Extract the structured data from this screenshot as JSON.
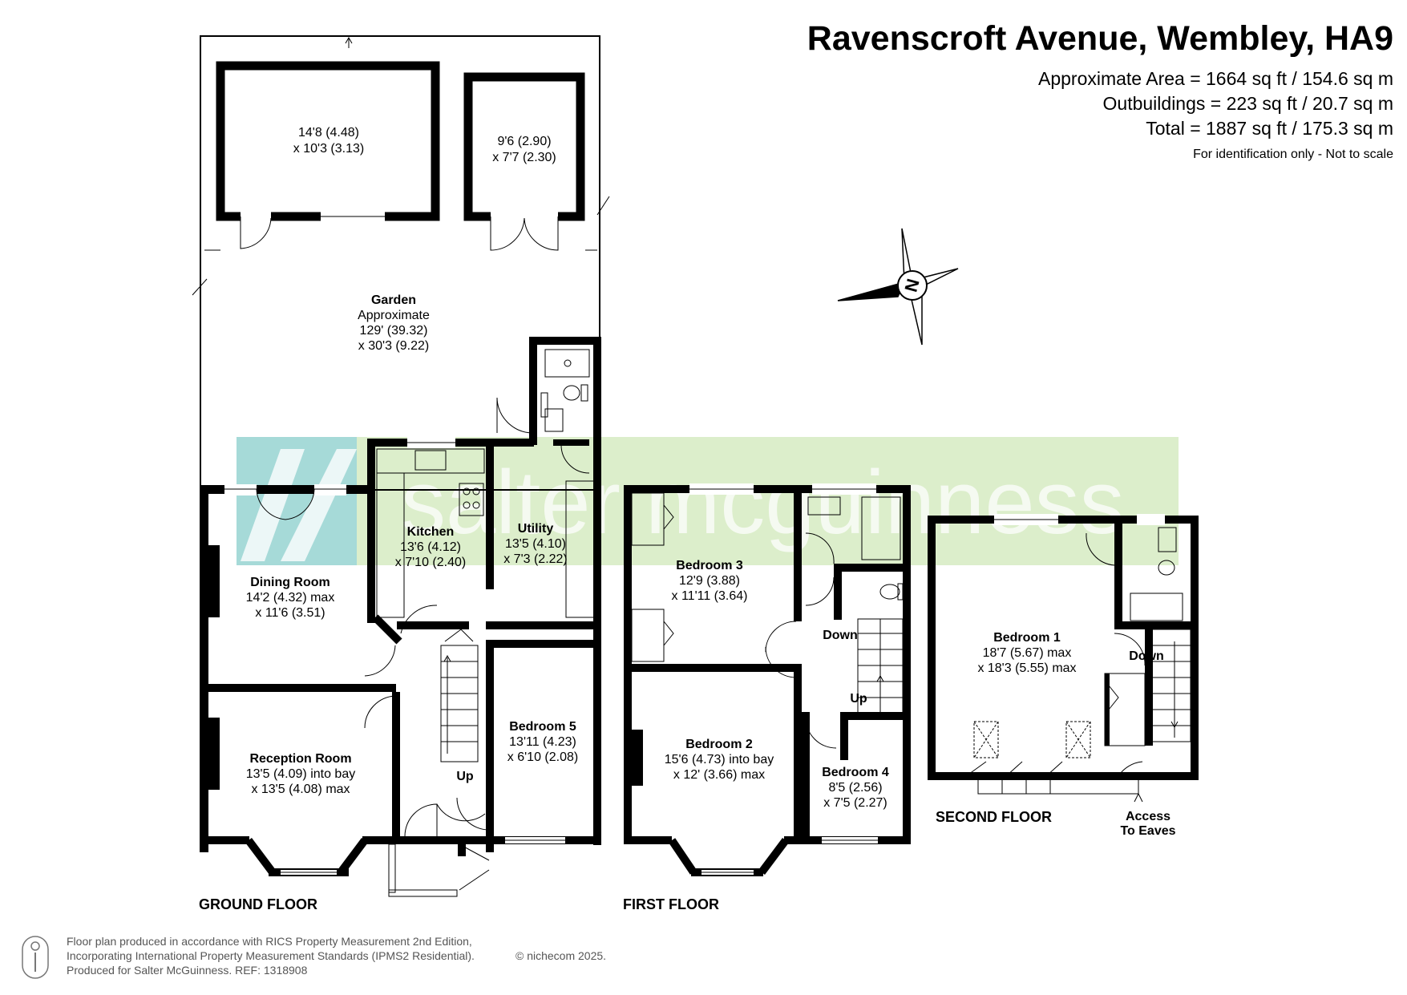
{
  "header": {
    "title": "Ravenscroft Avenue, Wembley, HA9",
    "approx_area": "Approximate Area = 1664 sq ft / 154.6 sq m",
    "outbuildings": "Outbuildings = 223 sq ft / 20.7 sq m",
    "total": "Total = 1887 sq ft / 175.3 sq m",
    "disclaimer": "For identification only - Not to scale"
  },
  "compass": {
    "label": "N"
  },
  "watermark": {
    "text": "salter mcguinness",
    "accent_color": "#8fd0d0",
    "band_color": "#d7ecc4"
  },
  "rooms": {
    "outbuilding_1": {
      "name": "",
      "dims": [
        "14'8 (4.48)",
        "x 10'3 (3.13)"
      ]
    },
    "outbuilding_2": {
      "name": "",
      "dims": [
        "9'6 (2.90)",
        "x 7'7 (2.30)"
      ]
    },
    "garden": {
      "name": "Garden",
      "dims": [
        "Approximate",
        "129' (39.32)",
        "x 30'3 (9.22)"
      ]
    },
    "kitchen": {
      "name": "Kitchen",
      "dims": [
        "13'6 (4.12)",
        "x 7'10 (2.40)"
      ]
    },
    "utility": {
      "name": "Utility",
      "dims": [
        "13'5 (4.10)",
        "x 7'3 (2.22)"
      ]
    },
    "dining": {
      "name": "Dining Room",
      "dims": [
        "14'2 (4.32) max",
        "x 11'6 (3.51)"
      ]
    },
    "reception": {
      "name": "Reception Room",
      "dims": [
        "13'5 (4.09) into bay",
        "x 13'5 (4.08) max"
      ]
    },
    "bedroom5": {
      "name": "Bedroom 5",
      "dims": [
        "13'11 (4.23)",
        "x 6'10 (2.08)"
      ]
    },
    "bedroom3": {
      "name": "Bedroom 3",
      "dims": [
        "12'9 (3.88)",
        "x 11'11 (3.64)"
      ]
    },
    "bedroom2": {
      "name": "Bedroom 2",
      "dims": [
        "15'6 (4.73) into bay",
        "x 12' (3.66) max"
      ]
    },
    "bedroom4": {
      "name": "Bedroom 4",
      "dims": [
        "8'5 (2.56)",
        "x 7'5 (2.27)"
      ]
    },
    "bedroom1": {
      "name": "Bedroom 1",
      "dims": [
        "18'7 (5.67) max",
        "x 18'3 (5.55) max"
      ]
    }
  },
  "stairs": {
    "ground_up": "Up",
    "first_down": "Down",
    "first_up": "Up",
    "second_down": "Down"
  },
  "eaves": {
    "line1": "Access",
    "line2": "To Eaves"
  },
  "floors": {
    "ground": "GROUND FLOOR",
    "first": "FIRST FLOOR",
    "second": "SECOND FLOOR"
  },
  "footer": {
    "line1": "Floor plan produced in accordance with RICS Property Measurement 2nd Edition,",
    "line2": "Incorporating International Property Measurement Standards (IPMS2 Residential).",
    "copyright": "© nichecom 2025.",
    "line3": "Produced for Salter McGuinness.   REF: 1318908"
  }
}
